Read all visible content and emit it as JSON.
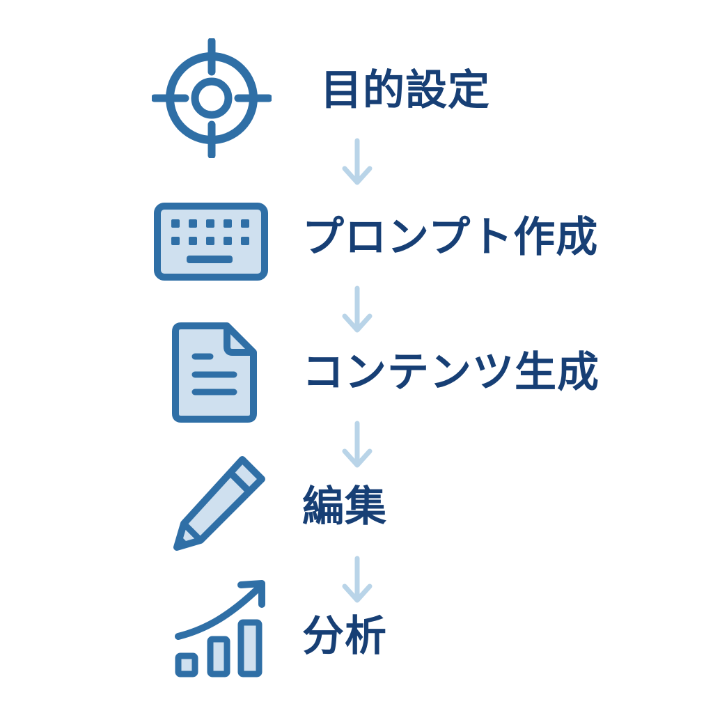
{
  "colors": {
    "icon_stroke": "#2f6fa6",
    "icon_fill": "#cfe0ef",
    "text": "#173f75",
    "arrow": "#b9d4e8",
    "background": "#ffffff"
  },
  "steps": [
    {
      "label": "目的設定",
      "icon": "target-icon"
    },
    {
      "label": "プロンプト作成",
      "icon": "keyboard-icon"
    },
    {
      "label": "コンテンツ生成",
      "icon": "document-icon"
    },
    {
      "label": "編集",
      "icon": "pencil-icon"
    },
    {
      "label": "分析",
      "icon": "growth-chart-icon"
    }
  ]
}
